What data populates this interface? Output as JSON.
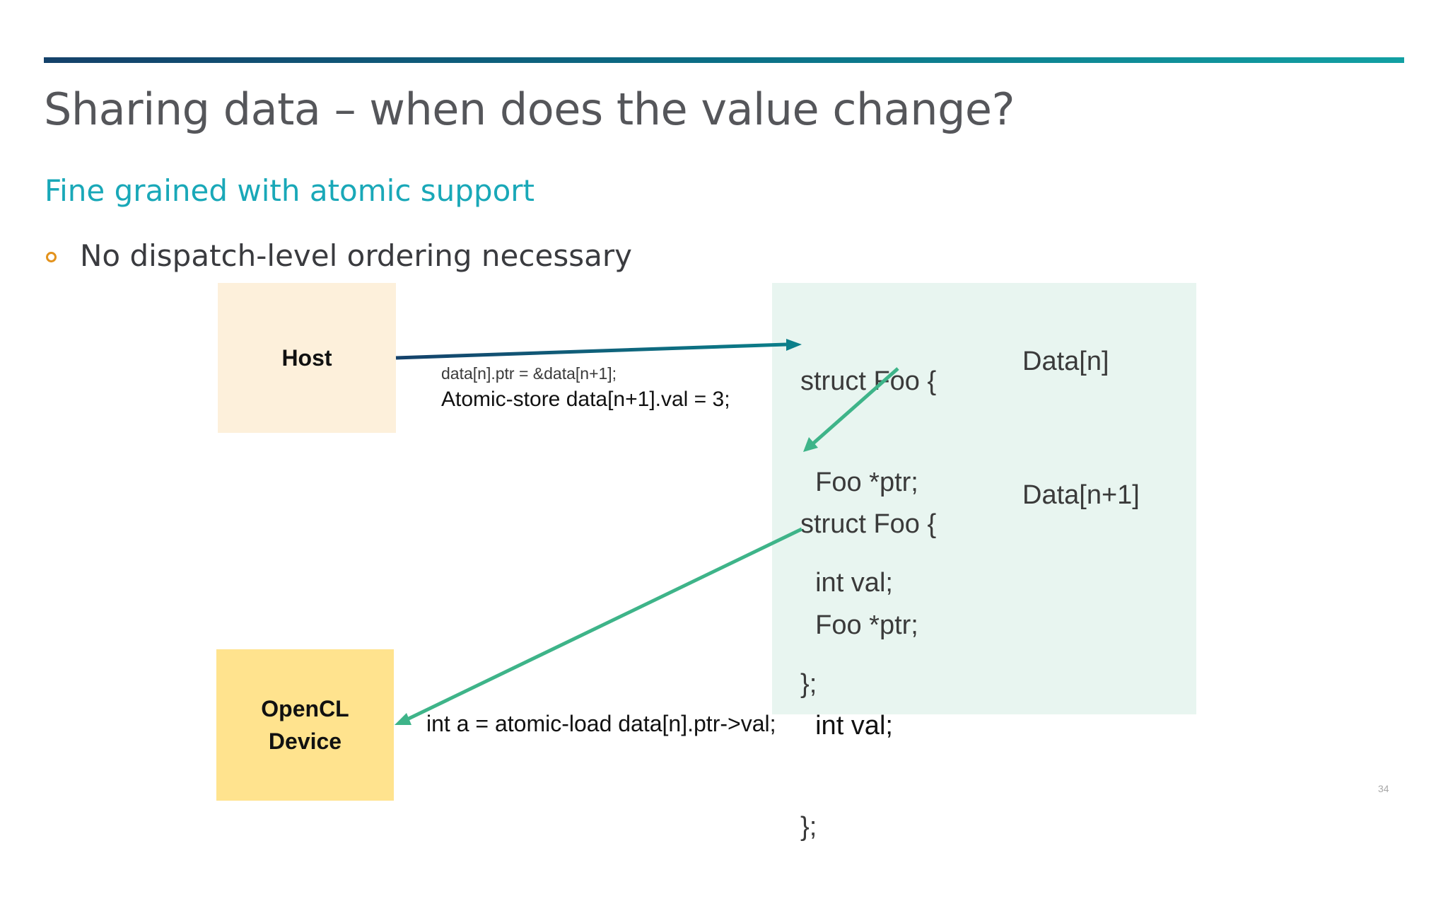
{
  "slide": {
    "title": "Sharing data – when does the value change?",
    "subtitle": "Fine grained with atomic support",
    "bullets": [
      "No dispatch-level ordering necessary"
    ],
    "page_number": "34",
    "colors": {
      "accent_bar_start": "#14416a",
      "accent_bar_end": "#12a0a3",
      "subtitle": "#19a8b8",
      "bullet": "#e3921c",
      "host_box": "#fdf0db",
      "device_box": "#ffe38e",
      "memory_panel": "#e8f5f0",
      "host_arrow_start": "#14416a",
      "host_arrow_end": "#0b7f8a",
      "pointer_arrow": "#3eb489"
    }
  },
  "diagram": {
    "host_label": "Host",
    "device_label_lines": [
      "OpenCL",
      "Device"
    ],
    "struct_n": [
      "struct Foo {",
      "  Foo *ptr;",
      "  int val;",
      "};"
    ],
    "struct_n1": [
      "struct Foo {",
      "  Foo *ptr;",
      "  int val;",
      "};"
    ],
    "data_n_label": "Data[n]",
    "data_n1_label": "Data[n+1]",
    "host_statement_1": "data[n].ptr = &data[n+1];",
    "host_statement_2": "Atomic-store data[n+1].val = 3;",
    "device_statement": "int a = atomic-load data[n].ptr->val;"
  }
}
